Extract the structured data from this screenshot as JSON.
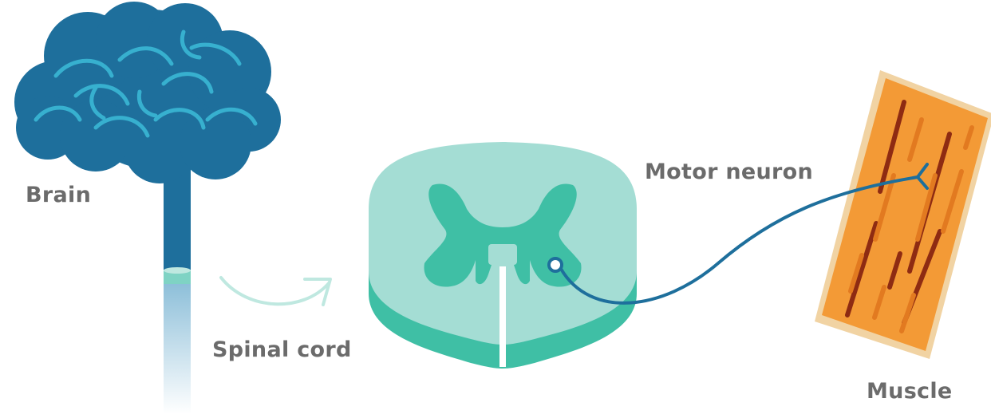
{
  "labels": {
    "brain": "Brain",
    "spinal_cord": "Spinal cord",
    "motor_neuron": "Motor neuron",
    "muscle": "Muscle"
  },
  "colors": {
    "brain": "#1e6f9c",
    "brain_folds": "#37b0cf",
    "cord_band": "#7fd3c4",
    "cross_section_face": "#a4ddd4",
    "cross_section_side": "#3fbfa5",
    "gray_matter": "#3fbfa5",
    "arrow": "#bfe8e0",
    "neuron": "#1e6f9c",
    "muscle_fill": "#f39a36",
    "muscle_edge": "#f1d3a3",
    "muscle_fiber_dark": "#8e2b12",
    "muscle_fiber_light": "#e27a20",
    "label_text": "#6b6b6b"
  }
}
